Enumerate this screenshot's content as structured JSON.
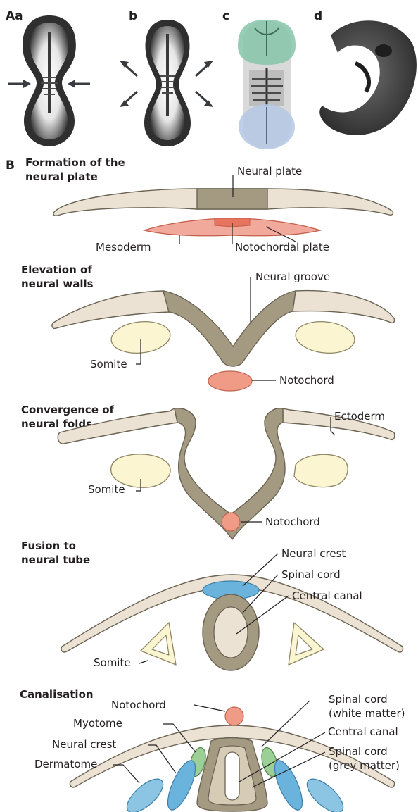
{
  "panel_A": {
    "labels": [
      "Aa",
      "b",
      "c",
      "d"
    ]
  },
  "panel_B": {
    "label": "B",
    "stages": [
      {
        "title_lines": [
          "Formation of the",
          "neural plate"
        ],
        "labels": [
          "Neural plate",
          "Mesoderm",
          "Notochordal plate"
        ]
      },
      {
        "title_lines": [
          "Elevation of",
          "neural walls"
        ],
        "labels": [
          "Neural groove",
          "Somite",
          "Notochord"
        ]
      },
      {
        "title_lines": [
          "Convergence of",
          "neural folds"
        ],
        "labels": [
          "Ectoderm",
          "Somite",
          "Notochord"
        ]
      },
      {
        "title_lines": [
          "Fusion to",
          "neural tube"
        ],
        "labels": [
          "Neural crest",
          "Spinal cord",
          "Central canal",
          "Somite"
        ]
      },
      {
        "title_lines": [
          "Canalisation"
        ],
        "labels": [
          "Notochord",
          "Spinal cord",
          "(white matter)",
          "Myotome",
          "Central canal",
          "Neural crest",
          "Spinal cord",
          "(grey matter)",
          "Dermatome"
        ]
      }
    ]
  },
  "colors": {
    "ectoderm": "#ebe2d3",
    "neural_tissue": "#a49a82",
    "mesoderm": "#e8735f",
    "somite": "#fbf5d2",
    "notochord": "#ef9b86",
    "neural_crest": "#6ab3dc",
    "myotome": "#9ccf96",
    "dermatome": "#8cc4e4",
    "forebrain_highlight": "#86c4a8",
    "hindregion_highlight": "#b4c7e3"
  }
}
